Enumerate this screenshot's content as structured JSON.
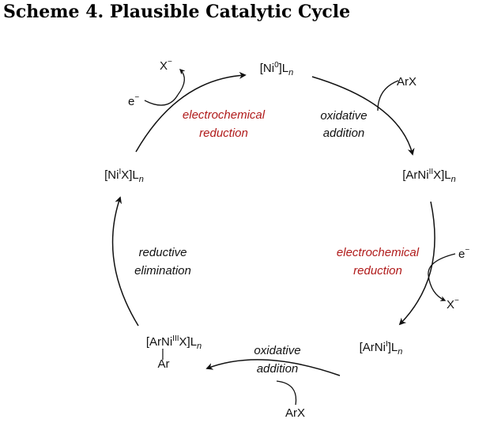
{
  "title": "Scheme 4. Plausible Catalytic Cycle",
  "species": {
    "ni0": {
      "base": "[Ni",
      "sup": "0",
      "tail": "]L",
      "sub": "n"
    },
    "arnii": {
      "base": "[ArNi",
      "sup": "II",
      "tail": "X]L",
      "sub": "n"
    },
    "arni": {
      "base": "[ArNi",
      "sup": "I",
      "tail": "]L",
      "sub": "n"
    },
    "arniii": {
      "base": "[ArNi",
      "sup": "III",
      "tail": "X]L",
      "sub": "n",
      "bond": "|",
      "below": "Ar"
    },
    "nix": {
      "base": "[Ni",
      "sup": "I",
      "tail": "X]L",
      "sub": "n"
    }
  },
  "steps": {
    "oa1": {
      "line1": "oxidative",
      "line2": "addition"
    },
    "ec1": {
      "line1": "electrochemical",
      "line2": "reduction"
    },
    "oa2": {
      "line1": "oxidative",
      "line2": "addition"
    },
    "re": {
      "line1": "reductive",
      "line2": "elimination"
    },
    "ec2": {
      "line1": "electrochemical",
      "line2": "reduction"
    }
  },
  "reagents": {
    "arx_top": "ArX",
    "e_right": "e",
    "e_right_sup": "−",
    "x_right": "X",
    "x_right_sup": "−",
    "arx_bottom": "ArX",
    "e_left": "e",
    "e_left_sup": "−",
    "x_left": "X",
    "x_left_sup": "−"
  },
  "colors": {
    "ink": "#111111",
    "accent": "#b01a1a"
  }
}
